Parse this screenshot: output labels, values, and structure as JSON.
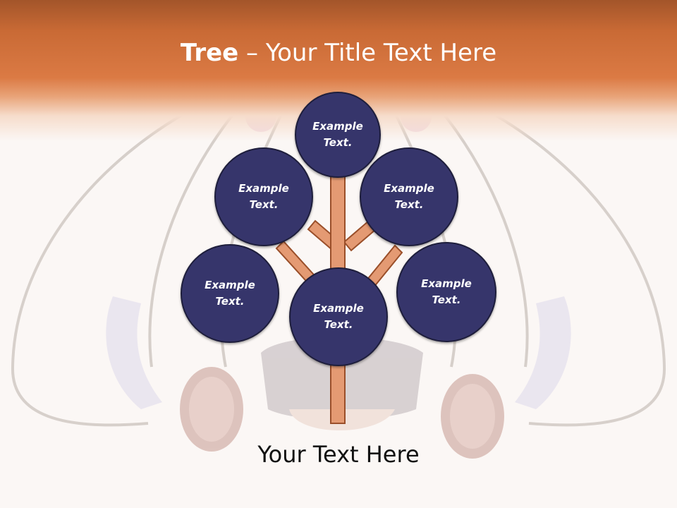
{
  "colors": {
    "header": "#db7a44",
    "node_fill": "#36356b",
    "trunk": "#e49a73",
    "trunk_outline": "#9a4f2a",
    "background": "#fbf7f5"
  },
  "title": {
    "bold": "Tree",
    "separator": " – ",
    "rest": "Your Title Text Here"
  },
  "nodes": [
    {
      "id": "top",
      "label": "Example\nText."
    },
    {
      "id": "upper-left",
      "label": "Example\nText."
    },
    {
      "id": "upper-right",
      "label": "Example\nText."
    },
    {
      "id": "lower-left",
      "label": "Example\nText."
    },
    {
      "id": "center",
      "label": "Example\nText."
    },
    {
      "id": "lower-right",
      "label": "Example\nText."
    }
  ],
  "footer": {
    "text": "Your Text Here"
  }
}
